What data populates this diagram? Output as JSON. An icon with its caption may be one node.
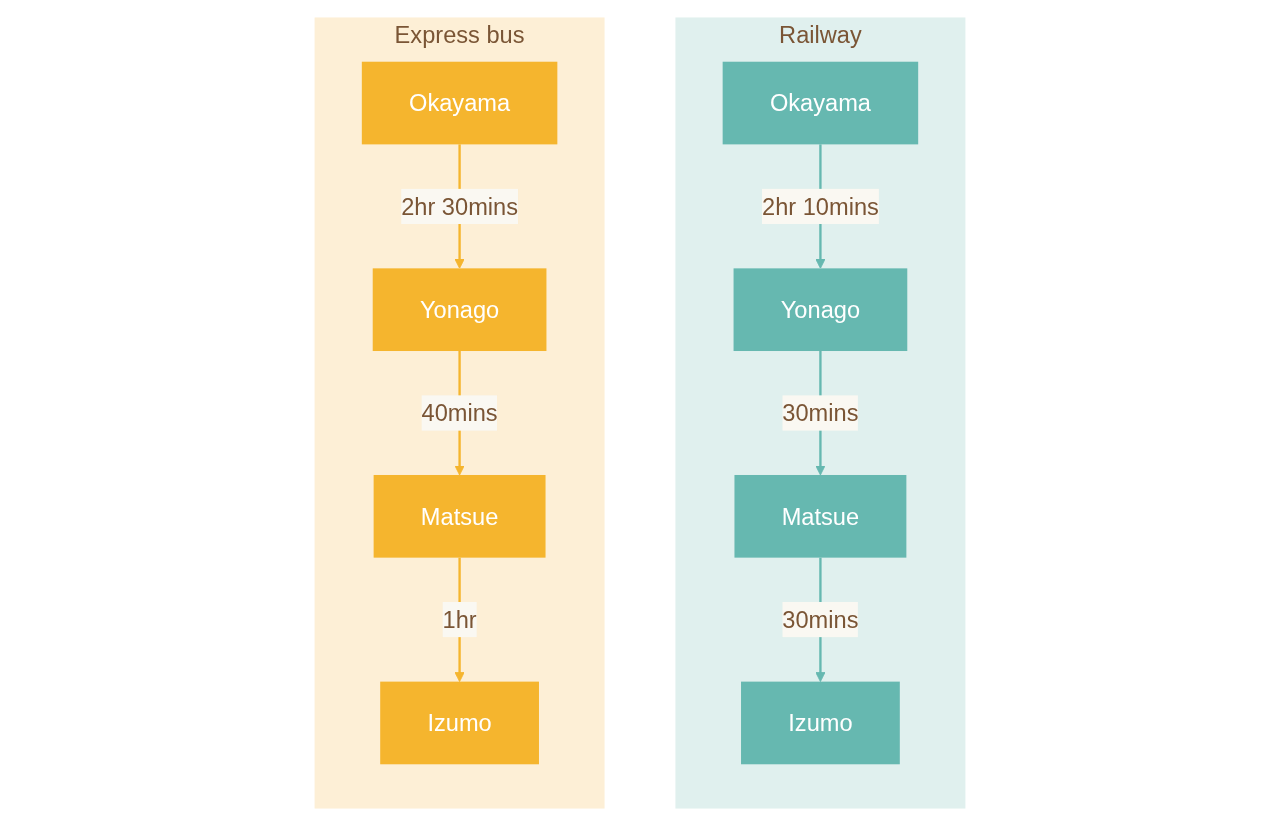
{
  "diagram": {
    "nodes": [
      {
        "text": [
          "Railway"
        ]
      },
      {
        "text": [
          "Okayama"
        ],
        "in": 0
      },
      {
        "text": [
          "Yonago"
        ],
        "in": 0
      },
      {
        "text": [
          "Matsue"
        ],
        "in": 0
      },
      {
        "text": [
          "Izumo"
        ],
        "in": 0
      },
      {
        "text": [
          "Express bus"
        ]
      },
      {
        "text": [
          "Okayama"
        ],
        "in": 5
      },
      {
        "text": [
          "Yonago"
        ],
        "in": 5
      },
      {
        "text": [
          "Matsue"
        ],
        "in": 5
      },
      {
        "text": [
          "Izumo"
        ],
        "in": 5
      }
    ],
    "edges": [
      {
        "from": 1,
        "to": 2,
        "arrow": "to",
        "label": "2hr 10mins",
        "color": "#66b8b0"
      },
      {
        "from": 2,
        "to": 3,
        "arrow": "to",
        "label": "30mins",
        "color": "#66b8b0"
      },
      {
        "from": 3,
        "to": 4,
        "arrow": "to",
        "label": "30mins",
        "color": "#66b8b0"
      },
      {
        "from": 6,
        "to": 7,
        "arrow": "to",
        "label": "2hr 30mins",
        "color": "#f5b52e"
      },
      {
        "from": 7,
        "to": 8,
        "arrow": "to",
        "label": "40mins",
        "color": "#f5b52e"
      },
      {
        "from": 8,
        "to": 9,
        "arrow": "to",
        "label": "1hr",
        "color": "#f5b52e"
      }
    ]
  }
}
